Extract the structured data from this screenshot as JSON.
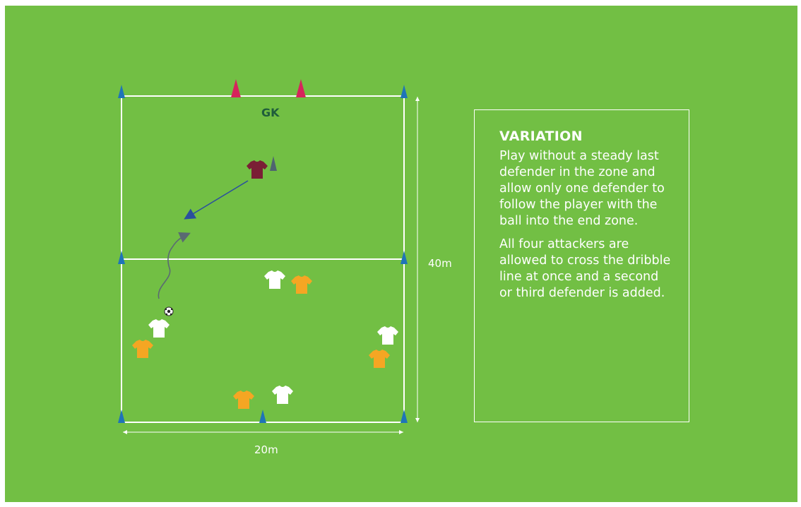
{
  "diagram": {
    "goalkeeper_label": "GK",
    "width_label": "20m",
    "length_label": "40m"
  },
  "colors": {
    "field": "#72bf44",
    "lines": "#ffffff",
    "boundary_cone": "#1f74b8",
    "goal_cone": "#d6245c",
    "dark_cone": "#4f6470",
    "defender_shirt": "#7a1f35",
    "attacker_shirt": "#ffffff",
    "opponent_shirt": "#f5a623",
    "pass_arrow": "#2a4f9e",
    "dribble_arrow": "#5a6a72"
  },
  "icons": [
    "cone-icon",
    "shirt-icon",
    "ball-icon"
  ],
  "variation": {
    "title": "VARIATION",
    "paragraphs": [
      "Play without a steady last defender in the zone and allow only one defender to follow the player with the ball into the end zone.",
      "All four attackers are allowed to cross the dribble line at once and a second or third defender is added."
    ]
  }
}
